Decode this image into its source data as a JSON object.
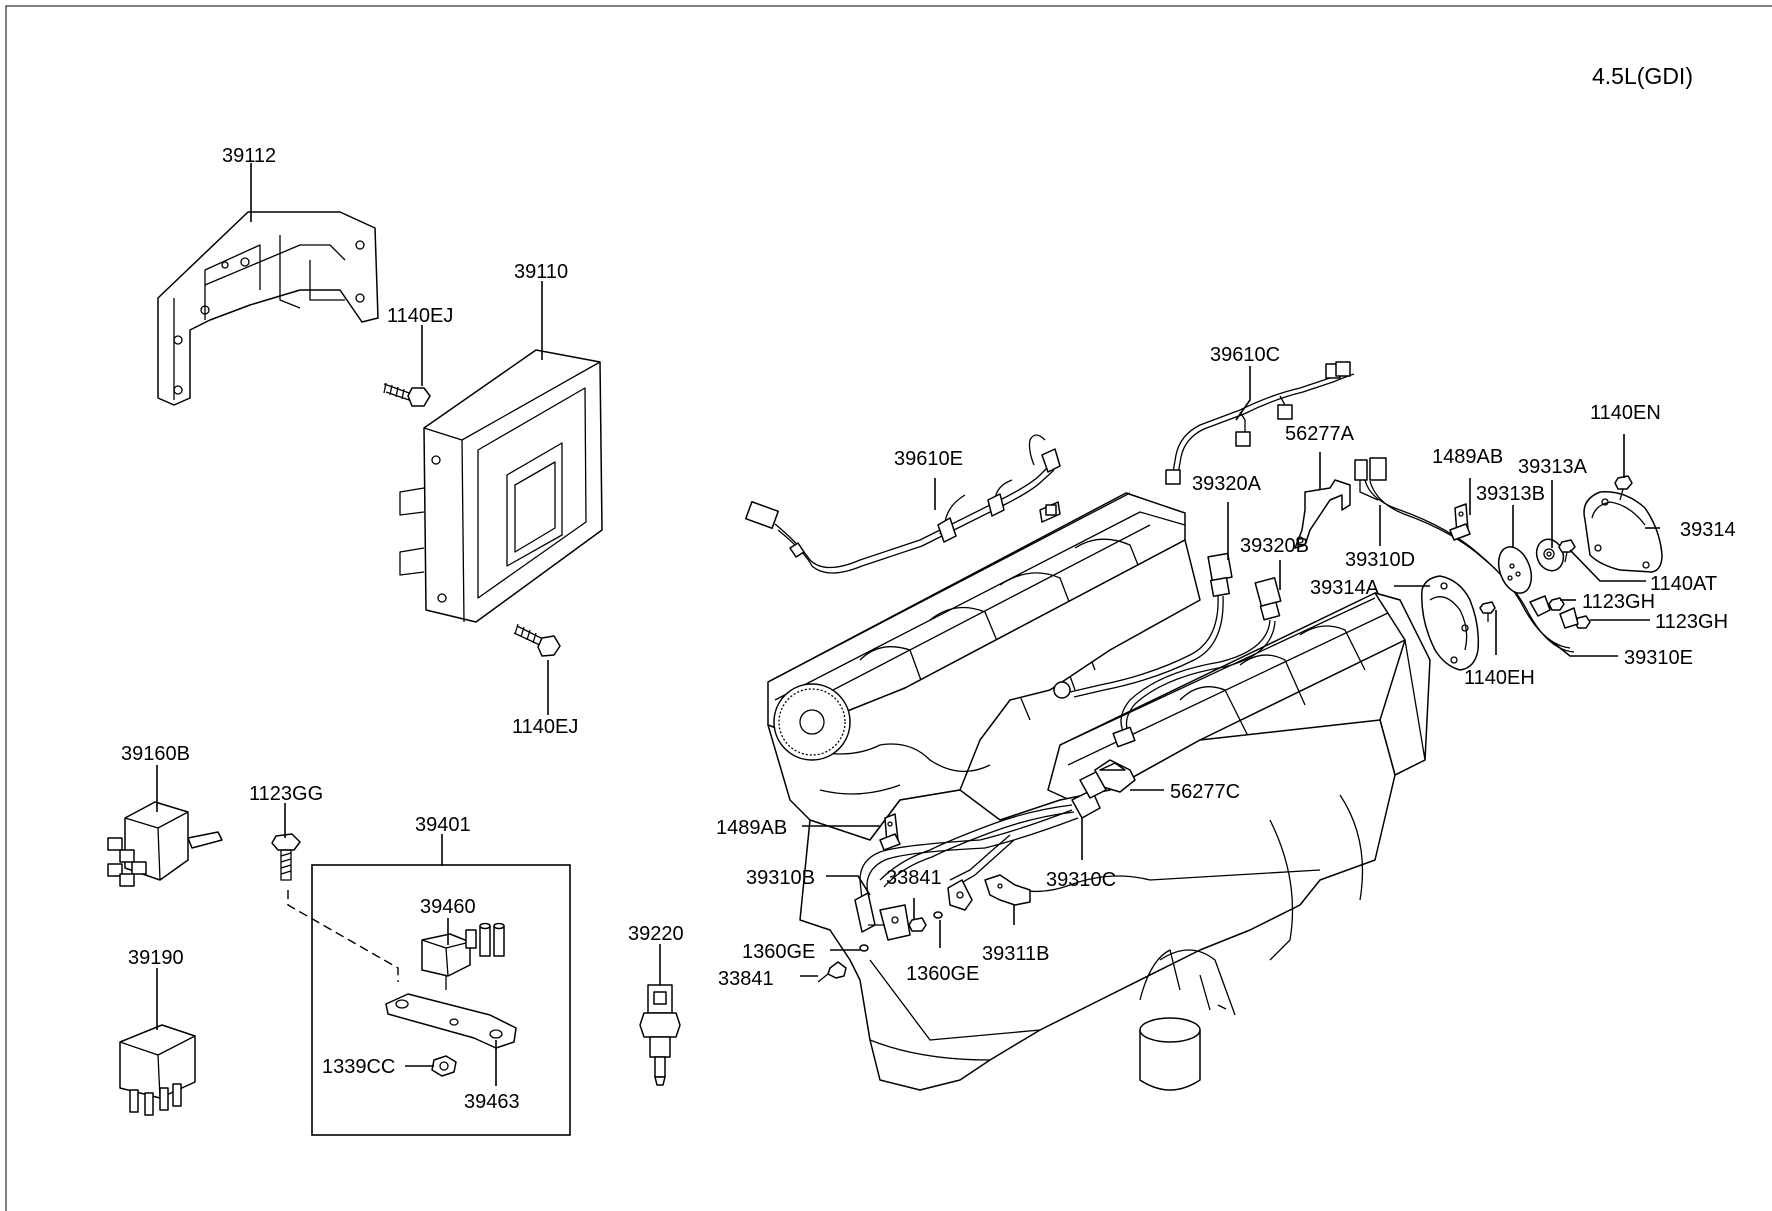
{
  "engine_variant": "4.5L(GDI)",
  "labels": {
    "l_39112": "39112",
    "l_39110": "39110",
    "l_1140EJ_a": "1140EJ",
    "l_1140EJ_b": "1140EJ",
    "l_39160B": "39160B",
    "l_39190": "39190",
    "l_1123GG": "1123GG",
    "l_39401": "39401",
    "l_39460": "39460",
    "l_1339CC": "1339CC",
    "l_39463": "39463",
    "l_39220": "39220",
    "l_39610E": "39610E",
    "l_39610C": "39610C",
    "l_56277A": "56277A",
    "l_39320A": "39320A",
    "l_39320B": "39320B",
    "l_1489AB_a": "1489AB",
    "l_1489AB_b": "1489AB",
    "l_39313A": "39313A",
    "l_39313B": "39313B",
    "l_1140EN": "1140EN",
    "l_39314": "39314",
    "l_39310D": "39310D",
    "l_39314A": "39314A",
    "l_1140AT": "1140AT",
    "l_1123GH_a": "1123GH",
    "l_1123GH_b": "1123GH",
    "l_39310E": "39310E",
    "l_1140EH": "1140EH",
    "l_56277C": "56277C",
    "l_39310B": "39310B",
    "l_33841_a": "33841",
    "l_33841_b": "33841",
    "l_39310C": "39310C",
    "l_1360GE_a": "1360GE",
    "l_1360GE_b": "1360GE",
    "l_39311B": "39311B"
  }
}
